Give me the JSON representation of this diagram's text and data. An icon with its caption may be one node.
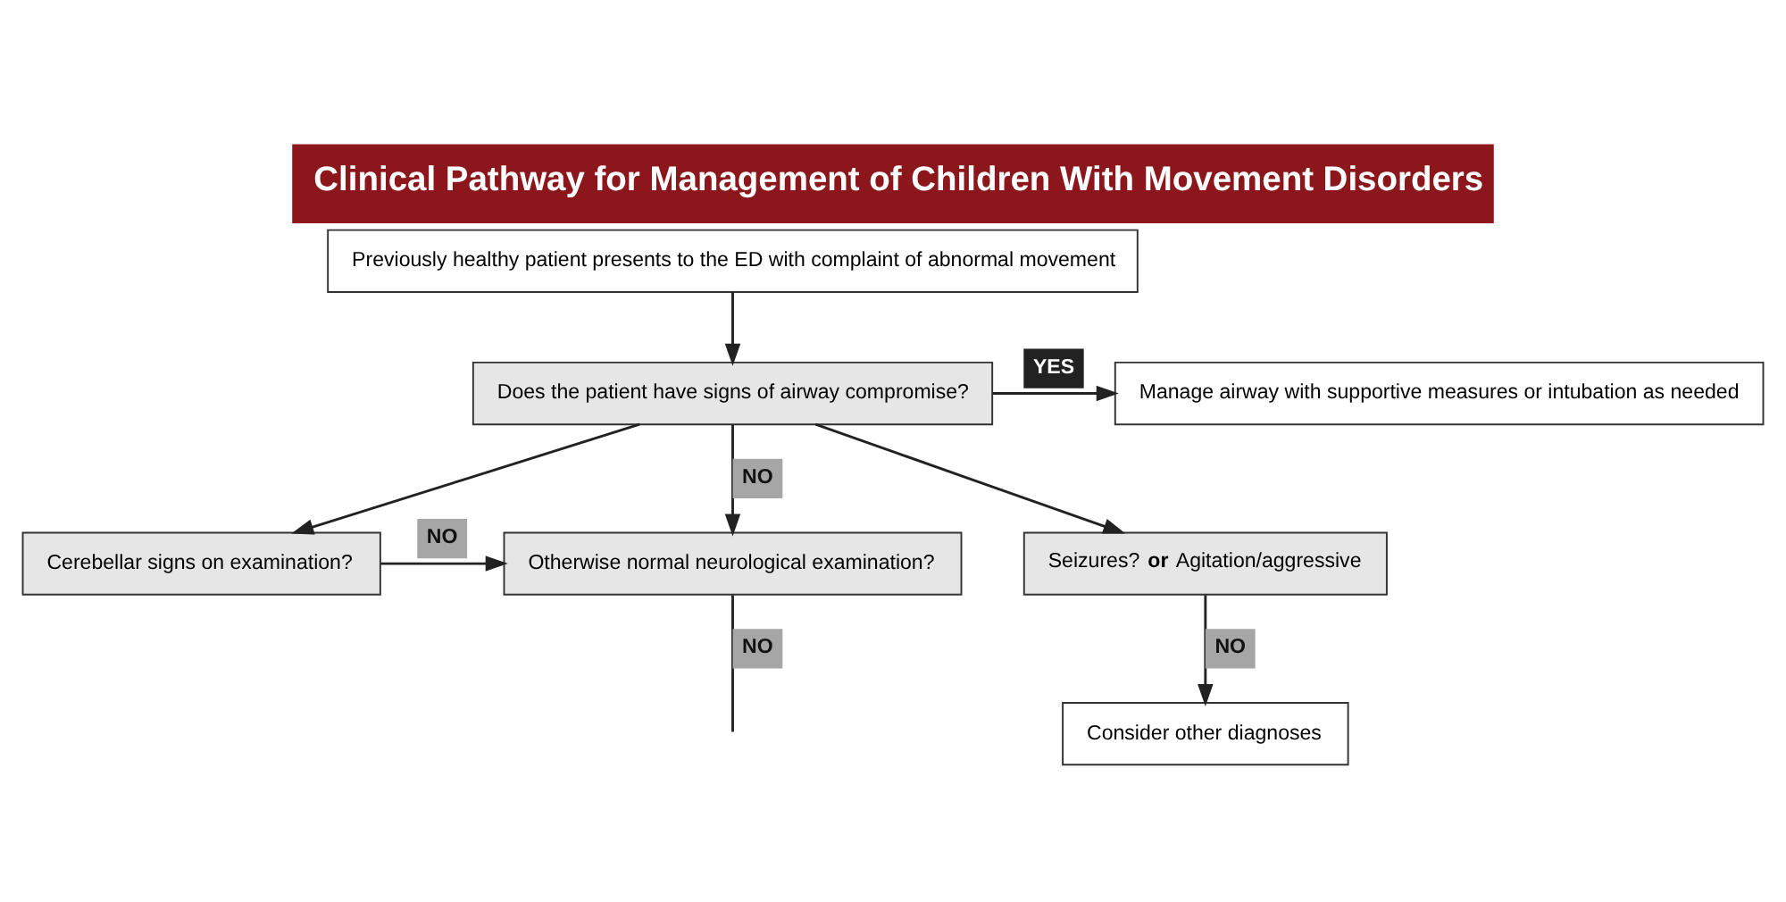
{
  "diagram": {
    "title": "Clinical Pathway for Management of Children With Movement Disorders",
    "nodes": [
      {
        "text": [
          "Previously healthy patient presents to the ED with complaint of abnormal movement"
        ]
      },
      {
        "text": [
          "Manage airway with supportive measures or intubation as needed"
        ]
      },
      {
        "text": [
          "Does the patient have signs of airway compromise?"
        ]
      },
      {
        "text": [
          "Consider other diagnoses"
        ]
      },
      {
        "text": [
          "Cerebellar signs on examination?"
        ]
      },
      {
        "text": [
          "Otherwise normal neurological examination?"
        ]
      },
      {
        "text": [
          "Seizures? **or** Agitation/aggressive"
        ]
      }
    ],
    "edges": [
      {
        "from": 0,
        "to": 2,
        "arrow": "to"
      },
      {
        "from": 2,
        "to": 1,
        "arrow": "to",
        "label": "YES"
      },
      {
        "from": 2,
        "to": 4,
        "arrow": "to"
      },
      {
        "from": 2,
        "to": 5,
        "arrow": "to",
        "label": "NO"
      },
      {
        "from": 2,
        "to": 6,
        "arrow": "to"
      },
      {
        "from": 4,
        "to": 5,
        "arrow": "to",
        "label": "NO"
      },
      {
        "from": 5,
        "to": null,
        "arrow": "none",
        "label": "NO"
      },
      {
        "from": 6,
        "to": 3,
        "arrow": "to",
        "label": "NO"
      }
    ]
  }
}
